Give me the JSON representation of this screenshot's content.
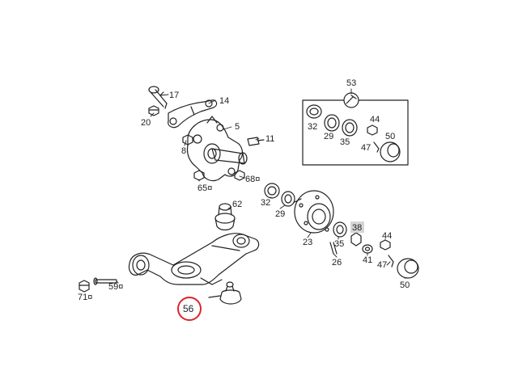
{
  "diagram": {
    "callouts": [
      {
        "id": "p17",
        "text": "17"
      },
      {
        "id": "p14",
        "text": "14"
      },
      {
        "id": "p20",
        "text": "20"
      },
      {
        "id": "p5",
        "text": "5"
      },
      {
        "id": "p8",
        "text": "8"
      },
      {
        "id": "p11",
        "text": "11"
      },
      {
        "id": "p65",
        "text": "65¤"
      },
      {
        "id": "p68",
        "text": "68¤"
      },
      {
        "id": "p62",
        "text": "62"
      },
      {
        "id": "p53",
        "text": "53"
      },
      {
        "id": "p32a",
        "text": "32"
      },
      {
        "id": "p29a",
        "text": "29"
      },
      {
        "id": "p35a",
        "text": "35"
      },
      {
        "id": "p44a",
        "text": "44"
      },
      {
        "id": "p50a",
        "text": "50"
      },
      {
        "id": "p47a",
        "text": "47"
      },
      {
        "id": "p32b",
        "text": "32"
      },
      {
        "id": "p29b",
        "text": "29"
      },
      {
        "id": "p23",
        "text": "23"
      },
      {
        "id": "p35b",
        "text": "35"
      },
      {
        "id": "p38",
        "text": "38"
      },
      {
        "id": "p26",
        "text": "26"
      },
      {
        "id": "p41",
        "text": "41"
      },
      {
        "id": "p44b",
        "text": "44"
      },
      {
        "id": "p47b",
        "text": "47"
      },
      {
        "id": "p50b",
        "text": "50"
      },
      {
        "id": "p71",
        "text": "71¤"
      },
      {
        "id": "p59",
        "text": "59¤"
      },
      {
        "id": "p56",
        "text": "56"
      }
    ],
    "highlighted_callout": "56",
    "boxed_callout": "38",
    "colors": {
      "line": "#222222",
      "highlight_circle": "#d9262c",
      "box_fill": "#d6d6d6"
    }
  }
}
